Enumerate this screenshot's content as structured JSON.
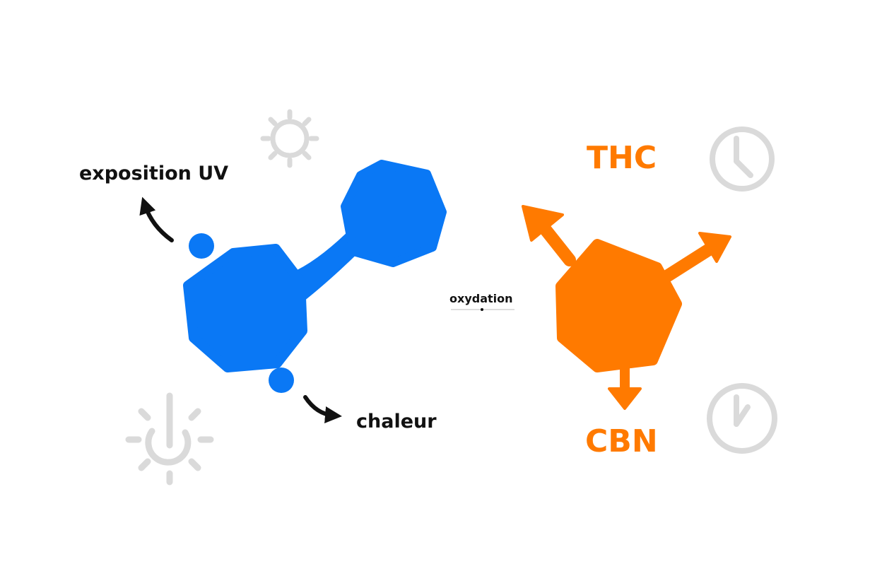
{
  "labels": {
    "uv_exposure": "exposition UV",
    "heat": "chaleur",
    "oxidation": "oxydation",
    "thc": "THC",
    "cbn": "CBN"
  },
  "colors": {
    "molecule_blue": "#0A78F5",
    "molecule_orange": "#FF7A00",
    "icon_gray": "#DADADA",
    "arrow_black": "#111111"
  },
  "icons": [
    "sun-icon",
    "heat-sun-icon",
    "clock-icon",
    "clock-icon"
  ]
}
